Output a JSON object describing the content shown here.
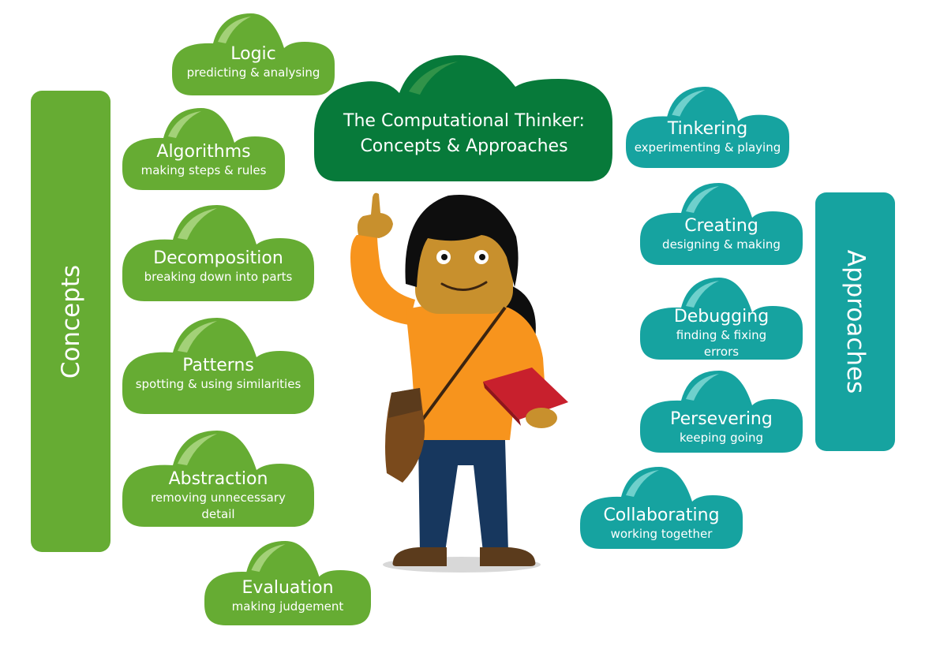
{
  "title": {
    "line1": "The Computational Thinker:",
    "line2": "Concepts & Approaches"
  },
  "concepts_bar": {
    "label": "Concepts"
  },
  "approaches_bar": {
    "label": "Approaches"
  },
  "concepts": [
    {
      "title": "Logic",
      "subtitle": "predicting & analysing"
    },
    {
      "title": "Algorithms",
      "subtitle": "making steps & rules"
    },
    {
      "title": "Decomposition",
      "subtitle": "breaking down into parts"
    },
    {
      "title": "Patterns",
      "subtitle": "spotting & using similarities"
    },
    {
      "title": "Abstraction",
      "subtitle": "removing unnecessary",
      "subtitle2": "detail"
    },
    {
      "title": "Evaluation",
      "subtitle": "making judgement"
    }
  ],
  "approaches": [
    {
      "title": "Tinkering",
      "subtitle": "experimenting & playing"
    },
    {
      "title": "Creating",
      "subtitle": "designing & making"
    },
    {
      "title": "Debugging",
      "subtitle": "finding & fixing",
      "subtitle2": "errors"
    },
    {
      "title": "Persevering",
      "subtitle": "keeping going"
    },
    {
      "title": "Collaborating",
      "subtitle": "working together"
    }
  ],
  "colors": {
    "concept_green": "#66AC33",
    "concept_highlight": "#A3D178",
    "title_green": "#077A3A",
    "approach_teal": "#16A3A0",
    "approach_highlight": "#6FD0CC",
    "shirt_orange": "#F7941D",
    "skin": "#C8902D",
    "hair": "#0E0E0E",
    "jeans": "#17375E",
    "shoes": "#5B3B1C",
    "bag": "#7A4A1C",
    "book": "#C8202D"
  }
}
